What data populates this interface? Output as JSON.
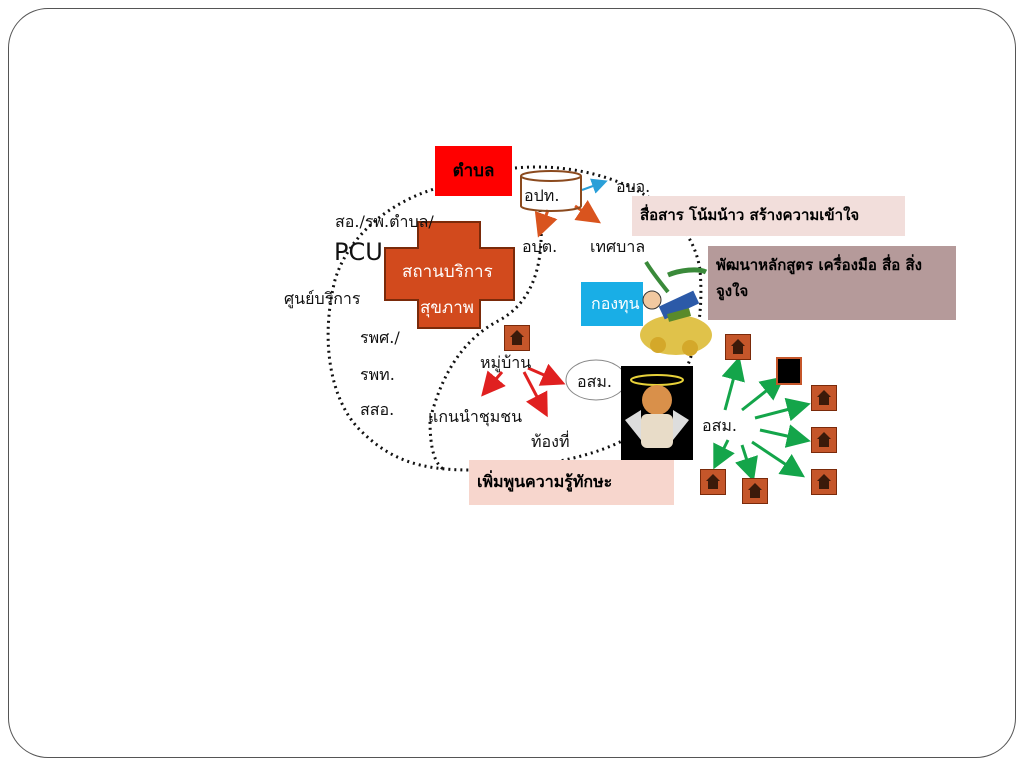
{
  "labels": {
    "tambon": "ตำบล",
    "opt": "อปท.",
    "obj": "อบจ.",
    "obt": "อบต.",
    "tesaban": "เทศบาล",
    "so_rpt": "สอ./รพ.ตำบล/",
    "pcu": "PCU",
    "service_center": "ศูนย์บริการ",
    "health_station_line1": "สถานบริการ",
    "health_station_line2": "สุขภาพ",
    "fund": "กองทุน",
    "rps": "รพศ./",
    "rpt": "รพท.",
    "sso": "สสอ.",
    "village": "หมู่บ้าน",
    "osm_oval": "อสม.",
    "community_leader": "แกนนำชุมชน",
    "local": "ท้องที่",
    "osm_right": "อสม."
  },
  "callouts": {
    "communicate": "สื่อสาร โน้มน้าว สร้างความเข้าใจ",
    "develop": "พัฒนาหลักสูตร เครื่องมือ สื่อ สิ่งจูงใจ",
    "enhance": "เพิ่มพูนความรู้ทักษะ"
  },
  "colors": {
    "tambon_bg": "#ff0000",
    "fund_bg": "#19aee6",
    "cross_fill": "#d24a1d",
    "communicate_bg": "#f2dedb",
    "develop_bg": "#b59a9a",
    "enhance_bg": "#f7d6cd",
    "arrow_green": "#14a54a",
    "arrow_red": "#e02020",
    "arrow_orange": "#d9541e",
    "arrow_blue": "#2a9fd8"
  },
  "icons": [
    "house-icon",
    "money-man-image",
    "angel-image"
  ]
}
